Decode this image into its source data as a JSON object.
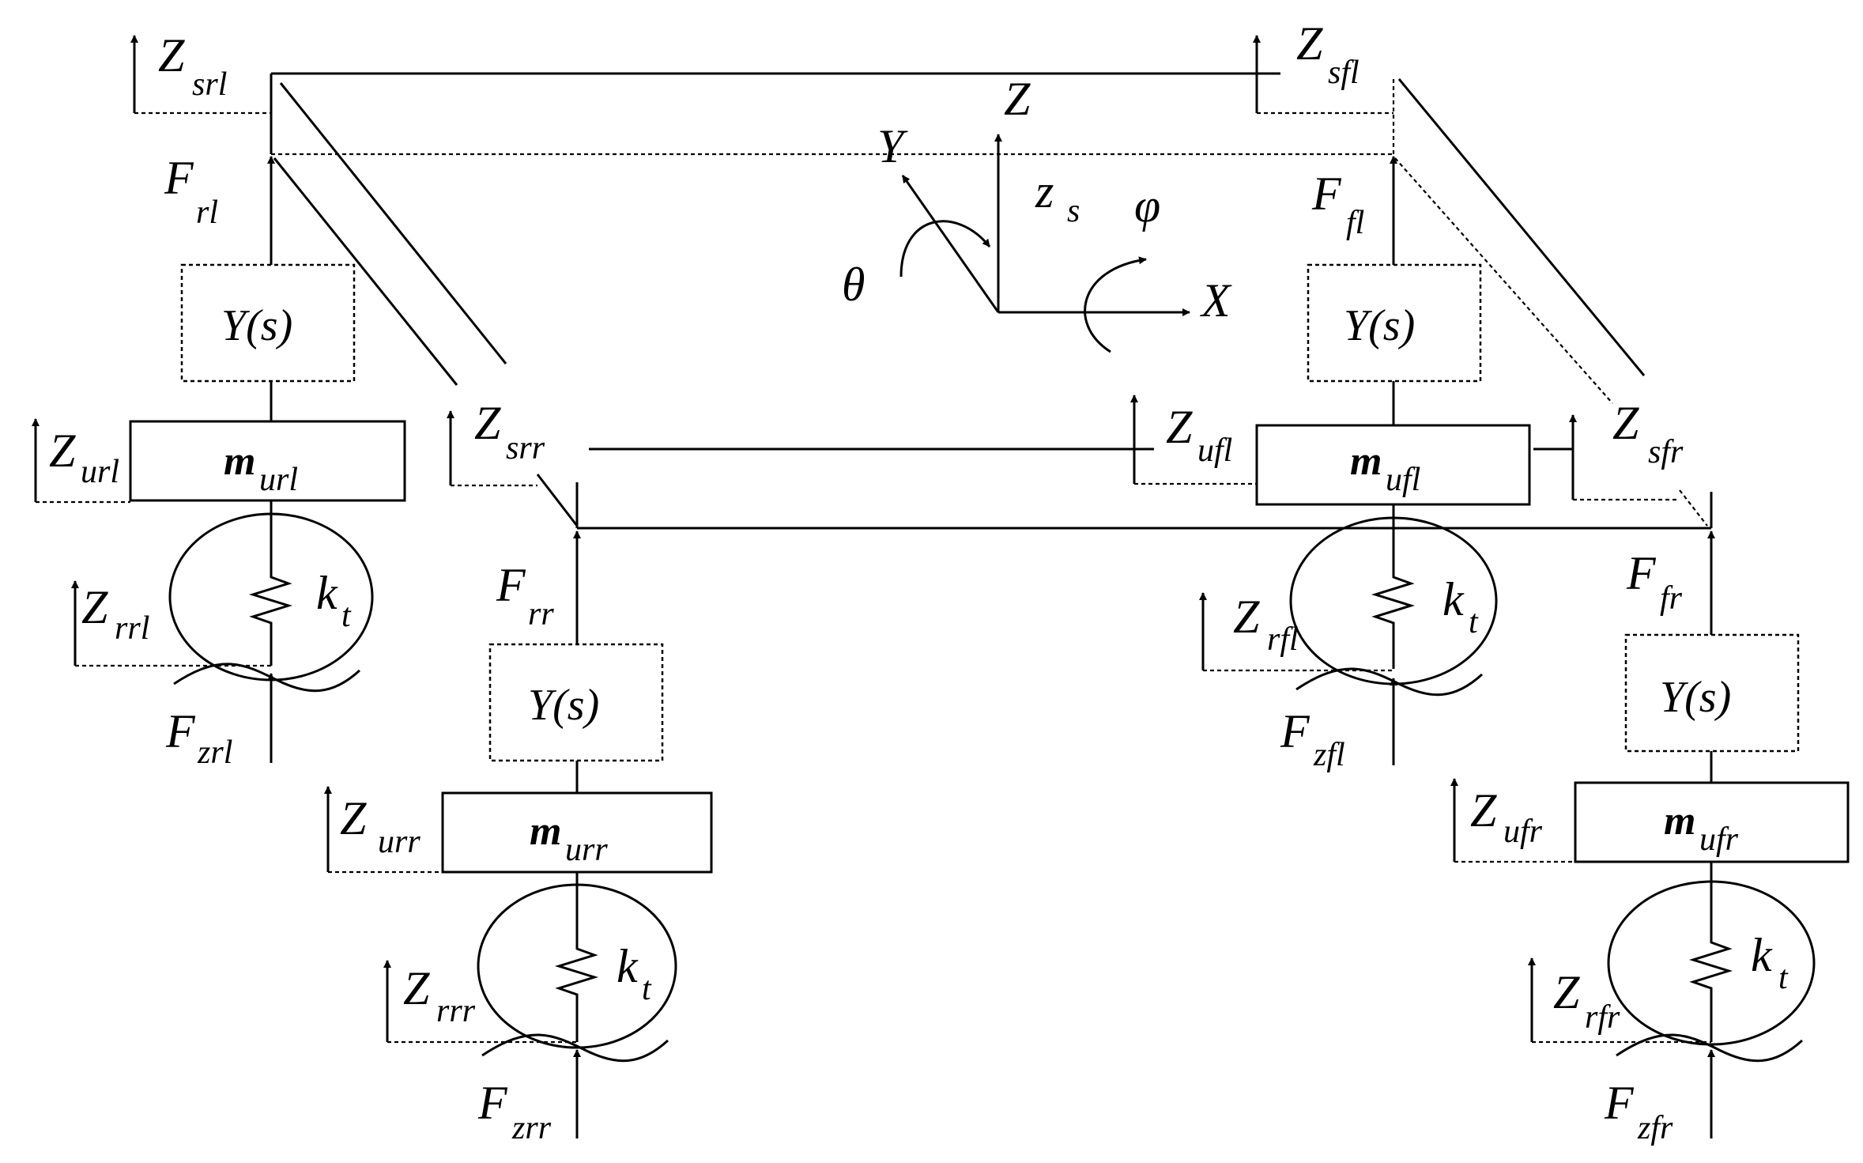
{
  "labels": {
    "Z": "Z",
    "F": "F",
    "m": "m",
    "k": "k",
    "t": "t",
    "Y_s": "Y(s)",
    "X": "X",
    "Y": "Y",
    "z": "z",
    "s": "s",
    "theta": "θ",
    "phi": "φ"
  },
  "subscripts": {
    "Z_srl": "srl",
    "Z_sfl": "sfl",
    "Z_srr": "srr",
    "Z_sfr": "sfr",
    "F_rl": "rl",
    "F_fl": "fl",
    "F_rr": "rr",
    "F_fr": "fr",
    "Z_url": "url",
    "Z_ufl": "ufl",
    "Z_urr": "urr",
    "Z_ufr": "ufr",
    "m_url": "url",
    "m_ufl": "ufl",
    "m_urr": "urr",
    "m_ufr": "ufr",
    "Z_rrl": "rrl",
    "Z_rfl": "rfl",
    "Z_rrr": "rrr",
    "Z_rfr": "rfr",
    "F_zrl": "zrl",
    "F_zfl": "zfl",
    "F_zrr": "zrr",
    "F_zfr": "zfr"
  }
}
